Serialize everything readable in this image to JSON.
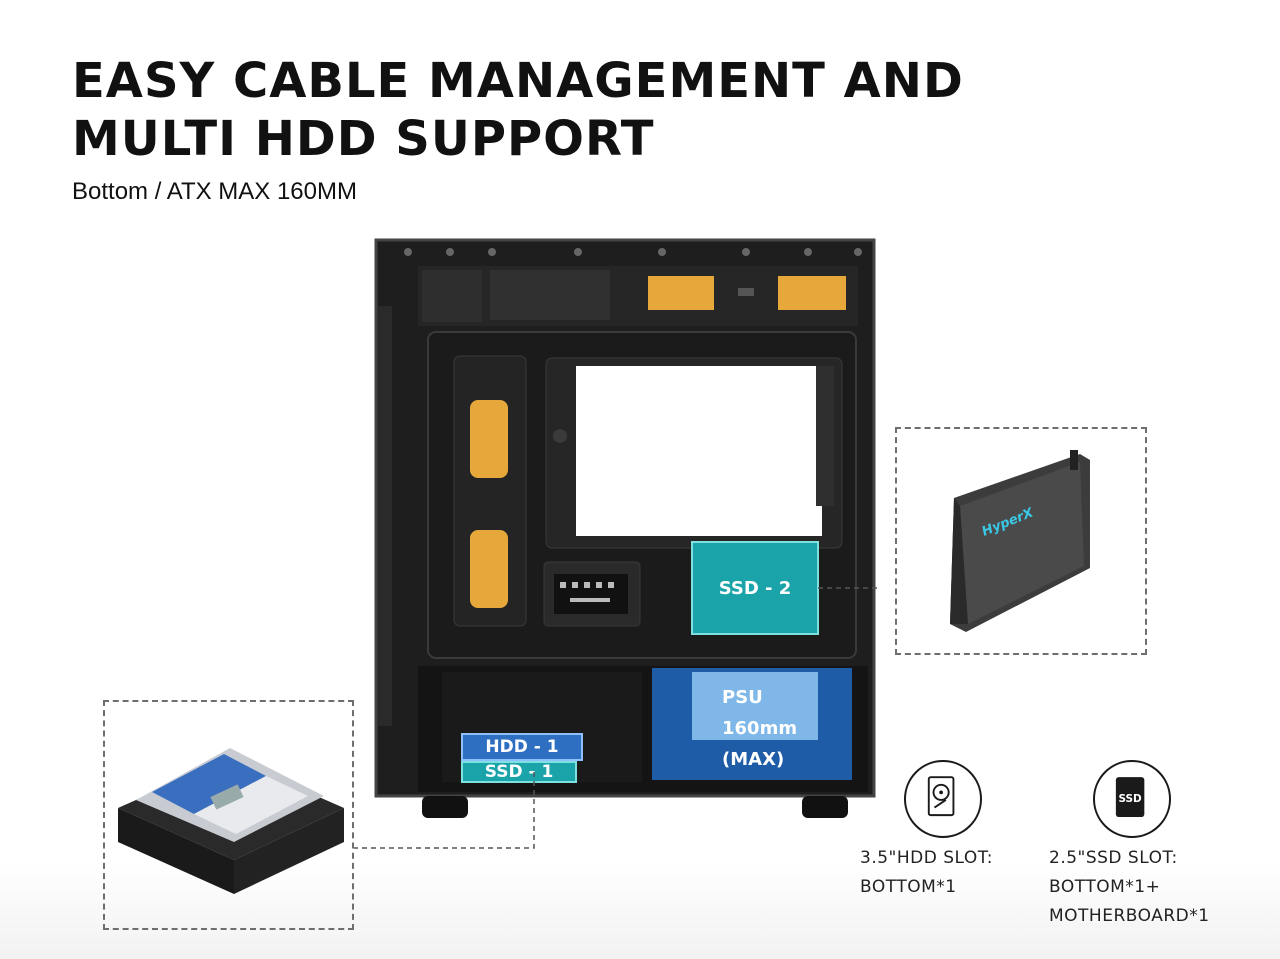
{
  "headline": {
    "line1": "EASY CABLE MANAGEMENT AND",
    "line2": "MULTI HDD SUPPORT"
  },
  "subtitle": "Bottom / ATX MAX 160MM",
  "case_labels": {
    "ssd2": "SSD - 2",
    "hdd1": "HDD - 1",
    "ssd1": "SSD - 1",
    "psu_line1": "PSU",
    "psu_line2": "160mm",
    "psu_line3": "(MAX)"
  },
  "ssd_bracket_brand": "HyperX",
  "features": [
    {
      "icon": "hdd-icon",
      "line1": "3.5\"HDD SLOT:",
      "line2": "BOTTOM*1",
      "line3": ""
    },
    {
      "icon": "ssd-icon",
      "icon_text": "SSD",
      "line1": "2.5\"SSD SLOT:",
      "line2": "BOTTOM*1+",
      "line3": "MOTHERBOARD*1"
    }
  ],
  "colors": {
    "drive_bay_accent": "#e6a83a",
    "ssd_highlight": "#1aa3a8",
    "psu_highlight": "#1f63b5",
    "psu_label_bg": "#7fb8e8",
    "hdd_highlight": "#2f6fc2",
    "case_body": "#1e1e1e"
  }
}
